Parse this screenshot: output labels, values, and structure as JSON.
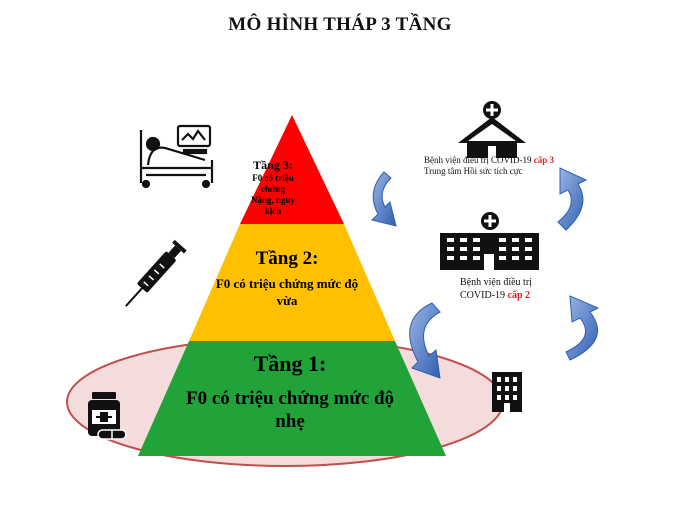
{
  "title": "MÔ HÌNH THÁP 3 TẦNG",
  "tiers": {
    "tier3": {
      "heading": "Tầng 3:",
      "text": "F0 có triệu chứng Nặng, nguy kịch"
    },
    "tier2": {
      "heading": "Tầng 2:",
      "text": "F0 có triệu chứng mức độ vừa"
    },
    "tier1": {
      "heading": "Tầng 1:",
      "text": "F0 có triệu chứng mức độ nhẹ"
    }
  },
  "facilities": {
    "level3": {
      "line1": "Bệnh viện điều trị COVID-19 ",
      "level": "cấp 3",
      "line2": "Trung tâm Hồi sức tích cực"
    },
    "level2": {
      "line1": "Bệnh viện điều trị",
      "line2": "COVID-19 ",
      "level": "cấp 2"
    }
  },
  "colors": {
    "tier3": "#ff0000",
    "tier2": "#ffc000",
    "tier1": "#21a33a",
    "ellipse_fill": "#f2d6d6",
    "ellipse_stroke": "#c0504d",
    "arrow": "#4472c4",
    "level_accent": "#e02020"
  },
  "icons": [
    "hospital-bed-icon",
    "syringe-icon",
    "medicine-icon",
    "hospital-level3-icon",
    "hospital-level2-icon",
    "clinic-building-icon"
  ]
}
